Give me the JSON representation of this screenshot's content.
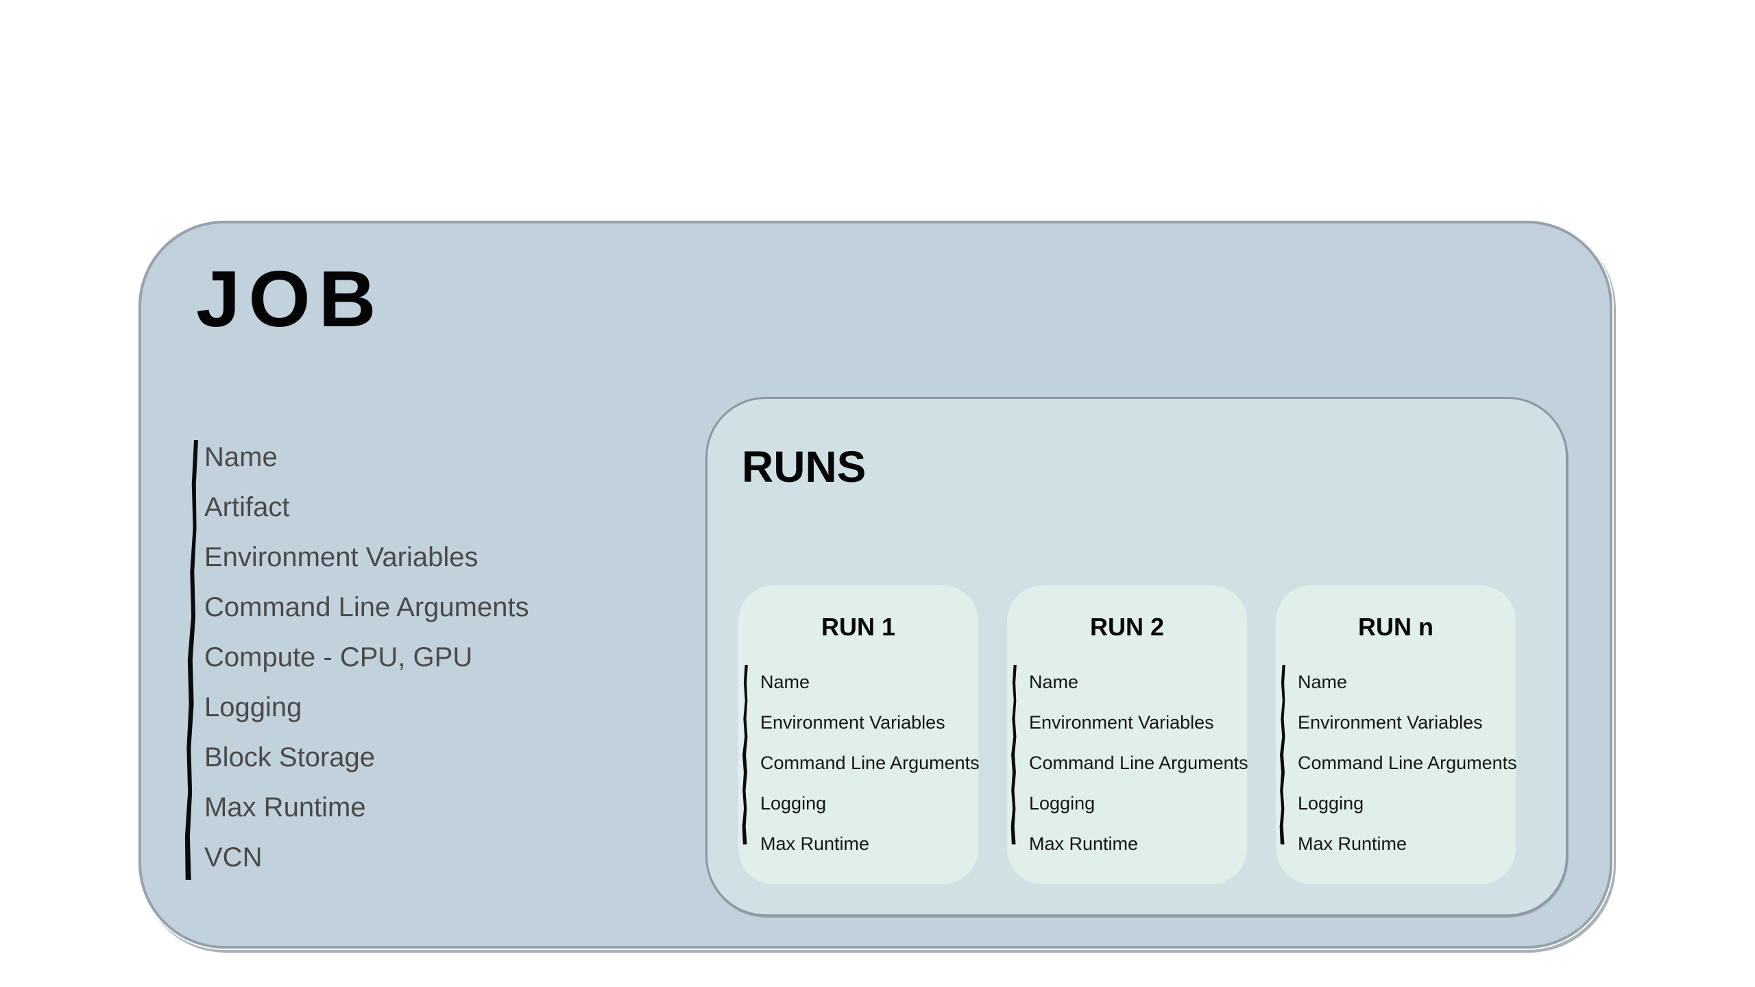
{
  "diagram": {
    "job": {
      "title": "JOB",
      "items": [
        "Name",
        "Artifact",
        "Environment Variables",
        "Command Line Arguments",
        "Compute - CPU, GPU",
        "Logging",
        "Block Storage",
        "Max Runtime",
        "VCN"
      ]
    },
    "runs": {
      "title": "RUNS",
      "cards": [
        {
          "title": "RUN 1",
          "items": [
            "Name",
            "Environment Variables",
            "Command Line Arguments",
            "Logging",
            "Max Runtime"
          ]
        },
        {
          "title": "RUN 2",
          "items": [
            "Name",
            "Environment Variables",
            "Command Line Arguments",
            "Logging",
            "Max Runtime"
          ]
        },
        {
          "title": "RUN n",
          "items": [
            "Name",
            "Environment Variables",
            "Command Line Arguments",
            "Logging",
            "Max Runtime"
          ]
        }
      ]
    },
    "colors": {
      "page_bg": "#ffffff",
      "job_fill": "#c2d2dd",
      "job_border": "#98a2ab",
      "runs_fill": "#d1e0e4",
      "runs_border": "#8b98a1",
      "card_fill": "#e0efe9",
      "title_text": "#050505",
      "job_item_text": "#4a4a4a",
      "run_item_text": "#161616",
      "marker": "#0b0b0b"
    }
  }
}
